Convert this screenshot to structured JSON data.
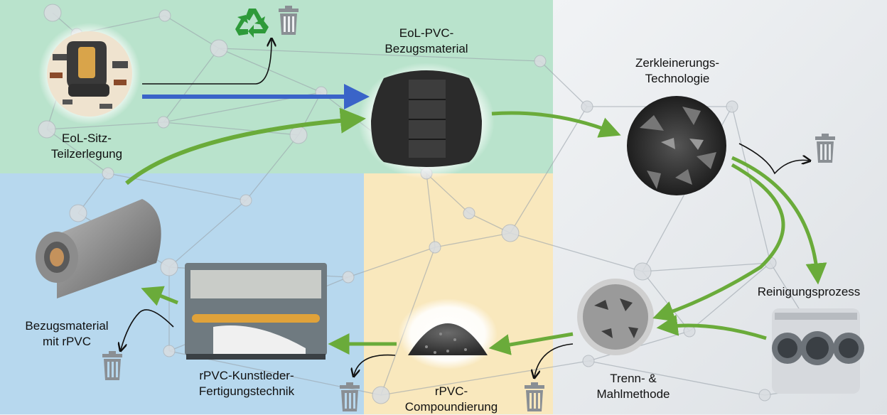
{
  "labels": {
    "seat_disassembly": "EoL-Sitz-\nTeilzerlegung",
    "cover_material": "EoL-PVC-\nBezugsmaterial",
    "shredding": "Zerkleinerungs-\nTechnologie",
    "cleaning": "Reinigungsprozess",
    "separation": "Trenn- &\nMahlmethode",
    "compounding": "rPVC-\nCompoundierung",
    "artificial_leather": "rPVC-Kunstleder-\nFertigungstechnik",
    "final_material": "Bezugsmaterial\nmit rPVC"
  },
  "colors": {
    "green_zone": "#b9e3cc",
    "blue_zone": "#b7d8ee",
    "yellow_zone": "#f9e8bd",
    "grey_zone": "#e6e9ec",
    "flow_arrow": "#6aab3a",
    "blue_arrow": "#3a64c8",
    "recycle": "#2e9a3a",
    "bin": "#8a8f94"
  },
  "icons": [
    "recycle-icon",
    "trash-bin-icon"
  ]
}
